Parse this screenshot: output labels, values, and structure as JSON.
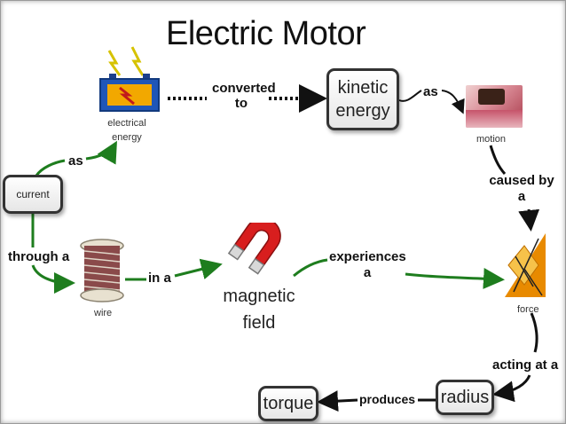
{
  "title": "Electric Motor",
  "nodes": {
    "electrical_energy": "electrical energy",
    "kinetic_energy": "kinetic energy",
    "motion": "motion",
    "current": "current",
    "wire": "wire",
    "magnetic_field": "magnetic field",
    "force": "force",
    "radius": "radius",
    "torque": "torque"
  },
  "links": {
    "converted_to": "converted to",
    "as_1": "as",
    "as_2": "as",
    "caused_by_a": "caused by a",
    "through_a": "through a",
    "in_a": "in a",
    "experiences_a": "experiences a",
    "acting_at_a": "acting at a",
    "produces": "produces"
  },
  "colors": {
    "link_green": "#1e7d1e",
    "link_black": "#111111",
    "box_border": "#333333"
  }
}
